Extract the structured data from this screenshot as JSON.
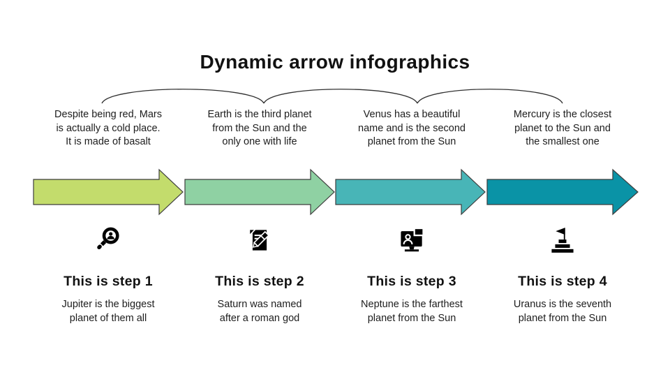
{
  "slide": {
    "title": "Dynamic arrow infographics",
    "background_color": "#ffffff",
    "text_color": "#1d1d1d"
  },
  "decor": {
    "brace_color": "#303030",
    "arrow_outline_color": "#3d3d3d",
    "icon_color": "#000000"
  },
  "steps": [
    {
      "top_text": "Despite being red, Mars\nis actually a cold place.\nIt is made of basalt",
      "arrow_color": "#c3dc6c",
      "icon": "search-person-icon",
      "step_label": "This is step 1",
      "description": "Jupiter is the biggest\nplanet of them all"
    },
    {
      "top_text": "Earth is the third planet\nfrom the Sun and the\nonly one with life",
      "arrow_color": "#8fd1a3",
      "icon": "edit-document-icon",
      "step_label": "This is step 2",
      "description": "Saturn was named\nafter a roman god"
    },
    {
      "top_text": "Venus has a beautiful\nname and is the second\nplanet from the Sun",
      "arrow_color": "#48b5b7",
      "icon": "monitor-person-icon",
      "step_label": "This is step 3",
      "description": "Neptune is the farthest\nplanet from the Sun"
    },
    {
      "top_text": "Mercury is the closest\nplanet to the Sun and\nthe smallest one",
      "arrow_color": "#0a93a6",
      "icon": "steps-flag-icon",
      "step_label": "This is step 4",
      "description": "Uranus is the seventh\nplanet from the Sun"
    }
  ]
}
